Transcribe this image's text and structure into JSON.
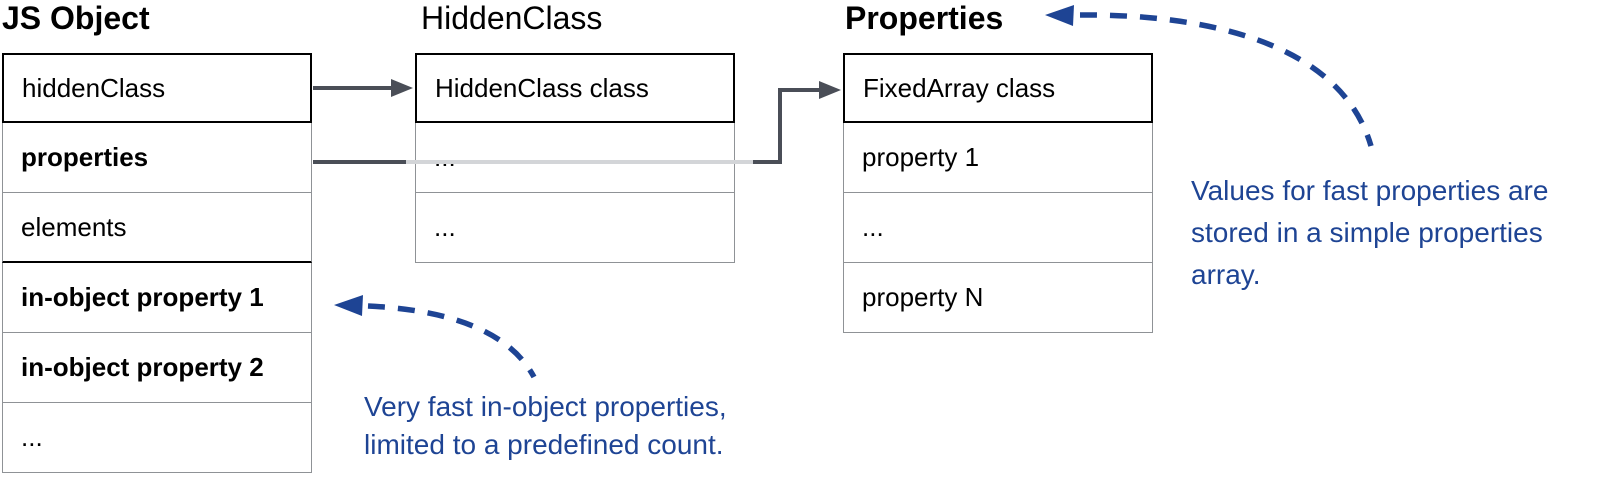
{
  "diagram": {
    "tables": [
      {
        "title": "JS Object",
        "rows": [
          {
            "label": "hiddenClass",
            "bold": false
          },
          {
            "label": "properties",
            "bold": true
          },
          {
            "label": "elements",
            "bold": false,
            "strong_divider_below": true
          },
          {
            "label": "in-object property 1",
            "bold": true
          },
          {
            "label": "in-object property 2",
            "bold": true
          },
          {
            "label": "...",
            "bold": false
          }
        ]
      },
      {
        "title": "HiddenClass",
        "rows": [
          {
            "label": "HiddenClass class",
            "bold": false
          },
          {
            "label": "...",
            "bold": false
          },
          {
            "label": "...",
            "bold": false
          }
        ]
      },
      {
        "title": "Properties",
        "rows": [
          {
            "label": "FixedArray class",
            "bold": false
          },
          {
            "label": "property 1",
            "bold": false
          },
          {
            "label": "...",
            "bold": false
          },
          {
            "label": "property N",
            "bold": false
          }
        ]
      }
    ],
    "annotations": {
      "properties_array_note": {
        "lines": [
          "Values for fast properties are",
          "stored in a simple properties",
          "array."
        ]
      },
      "in_object_note": {
        "lines": [
          "Very fast in-object properties,",
          "limited to a predefined count."
        ]
      }
    },
    "colors": {
      "annotation_blue": "#1e4494",
      "connector_dark": "#4a4e57",
      "connector_light": "#d3d5d8",
      "border_gray": "#8f9296"
    }
  }
}
